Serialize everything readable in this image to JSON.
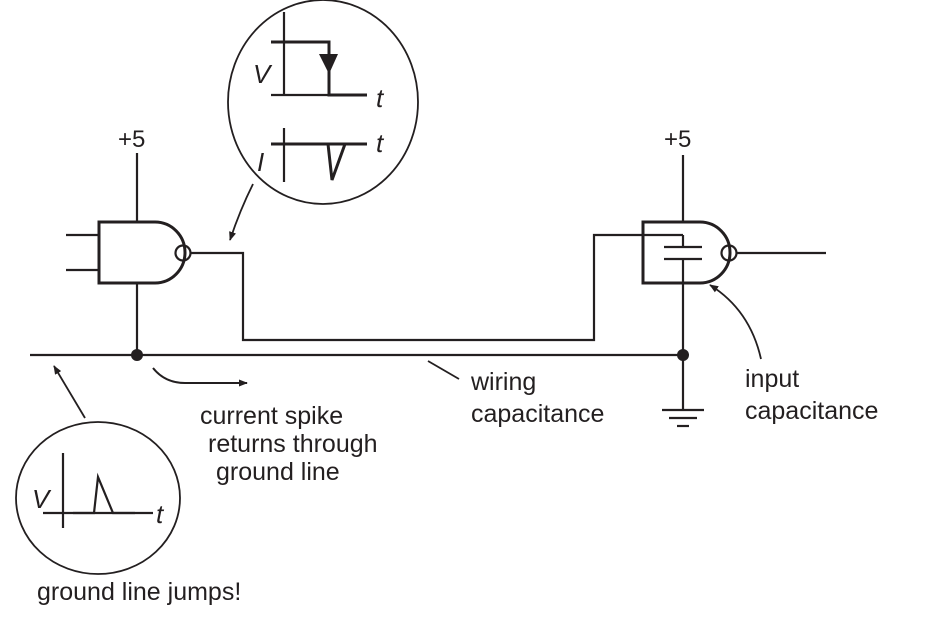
{
  "diagram": {
    "left_gate": {
      "supply_label": "+5"
    },
    "right_gate": {
      "supply_label": "+5"
    },
    "top_magnifier": {
      "voltage_axis": "V",
      "voltage_time_axis": "t",
      "current_axis": "I",
      "current_time_axis": "t"
    },
    "ground_magnifier": {
      "voltage_axis": "V",
      "time_axis": "t"
    },
    "labels": {
      "current_spike": [
        "current spike",
        "returns through",
        "ground line"
      ],
      "wiring_capacitance": [
        "wiring",
        "capacitance"
      ],
      "input_capacitance": [
        "input",
        "capacitance"
      ],
      "ground_jumps": "ground line jumps!"
    },
    "colors": {
      "ink": "#231f20",
      "background": "#ffffff"
    }
  }
}
